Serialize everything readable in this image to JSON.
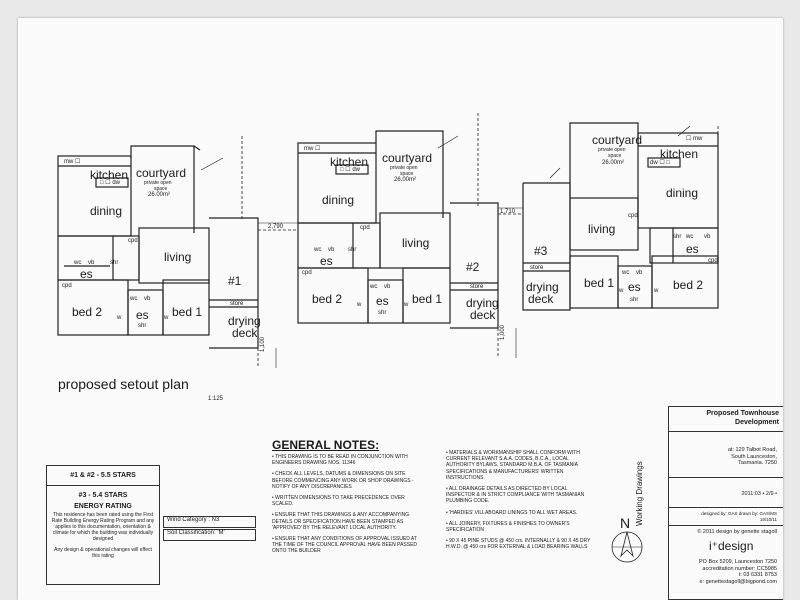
{
  "units": [
    {
      "kitchen": "kitchen",
      "courtyard": "courtyard",
      "courtyard_sub": "private open",
      "courtyard_sub2": "space",
      "area": "26.00m²",
      "dining": "dining",
      "living": "living",
      "bed_a": "bed 2",
      "bed_b": "bed 1",
      "es": "es",
      "shr": "shr",
      "wc": "wc",
      "vb": "vb",
      "store": "store",
      "deck1": "drying",
      "deck2": "deck",
      "number": "#1",
      "dim": "2,790",
      "vdim": "1,100",
      "cpd": "cpd",
      "w": "w",
      "appl": "□ ☐ dw",
      "mw": "mw ☐"
    },
    {
      "kitchen": "kitchen",
      "courtyard": "courtyard",
      "courtyard_sub": "private open",
      "courtyard_sub2": "space",
      "area": "26.00m²",
      "dining": "dining",
      "living": "living",
      "bed_a": "bed 2",
      "bed_b": "bed 1",
      "es": "es",
      "shr": "shr",
      "wc": "wc",
      "vb": "vb",
      "store": "store",
      "deck1": "drying",
      "deck2": "deck",
      "number": "#2",
      "dim": "1,710",
      "vdim": "1,000",
      "cpd": "cpd",
      "w": "w",
      "appl": "□ ☐ dw",
      "mw": "mw ☐"
    },
    {
      "kitchen": "kitchen",
      "courtyard": "courtyard",
      "courtyard_sub": "private open",
      "courtyard_sub2": "space",
      "area": "26.00m²",
      "dining": "dining",
      "living": "living",
      "bed_a": "bed 1",
      "bed_b": "bed 2",
      "es": "es",
      "shr": "shr",
      "wc": "wc",
      "vb": "vb",
      "store": "store",
      "deck1": "drying",
      "deck2": "deck",
      "number": "#3",
      "cpd": "cpd",
      "w": "w",
      "appl": "dw ☐ □",
      "mw": "☐ mw"
    }
  ],
  "setout": {
    "title": "proposed setout plan",
    "scale": "1:125"
  },
  "general_notes": {
    "title": "GENERAL NOTES:",
    "col1": [
      "• THIS DRAWING IS TO BE READ IN CONJUNCTION WITH ENGINEERS DRAWING NOS. 11346",
      "• CHECK ALL LEVELS, DATUMS & DIMENSIONS ON SITE BEFORE COMMENCING ANY WORK OR SHOP DRAWINGS - NOTIFY OF ANY DISCREPANCIES",
      "• WRITTEN DIMENSIONS TO TAKE PRECEDENCE OVER SCALED.",
      "• ENSURE THAT THIS DRAWINGS & ANY ACCOMPANYING DETAILS OR SPECIFICATION HAVE BEEN STAMPED AS 'APPROVED' BY THE RELEVANT LOCAL AUTHORITY.",
      "• ENSURE THAT ANY CONDITIONS OF APPROVAL ISSUED AT THE TIME OF THE COUNCIL APPROVAL HAVE BEEN PASSED ONTO THE BUILDER"
    ],
    "col2": [
      "• MATERIALS & WORKMANSHIP SHALL CONFORM WITH CURRENT RELEVANT S.A.A. CODES, B.C.A., LOCAL AUTHORITY BYLAWS, STANDARD M.B.A. OF TASMANIA SPECIFICATIONS & MANUFACTURERS' WRITTEN INSTRUCTIONS",
      "• ALL DRAINAGE DETAILS AS DIRECTED BY LOCAL INSPECTOR & IN STRICT COMPLIANCE WITH TASMANIAN PLUMBING CODE.",
      "• 'HARDIES' VILLABOARD LININGS TO ALL WET AREAS.",
      "• ALL JOINERY, FIXTURES & FINISHES TO OWNER'S SPECIFICATION",
      "• 90 X 45 PINE STUDS @ 450 crs. INTERNALLY & 90 X 45 DRY H.W.D. @ 450 crs FOR EXTERNAL & LOAD BEARING WALLS"
    ]
  },
  "energy": {
    "line1": "#1 & #2 - 5.5 STARS",
    "line2": "#3 - 5.4 STARS",
    "heading": "ENERGY RATING",
    "body": "This residence has been rated using the First Rate Building Energy Rating Program and any applies to this documentation, orientation & climate for which the building was individually designed",
    "note": "Any design & operational changes will effect this rating"
  },
  "classification": {
    "wind": "Wind Category : N3",
    "soil": "Soil Classification: 'M'"
  },
  "north": "N",
  "working_drawings": "Working Drawings",
  "title_block": {
    "title1": "Proposed Townhouse",
    "title2": "Development",
    "addr1": "at: 129 Talbot Road,",
    "addr2": "South Launceston,",
    "addr3": "Tasmania. 7250",
    "job": "2011:03 • 2/9 •",
    "designed": "designed by: GAS    drawn by: GAS/MS",
    "date": "19/10/11",
    "copyright": "© 2011 design by genette stagoll",
    "brand": "i⁺design",
    "po": "PO Box 5209, Launceston  7250",
    "accreditation": "accreditation number: CC5985",
    "tel": "t: 03 6331 8753",
    "email": "e: genettestagoll@bigpond.com"
  }
}
